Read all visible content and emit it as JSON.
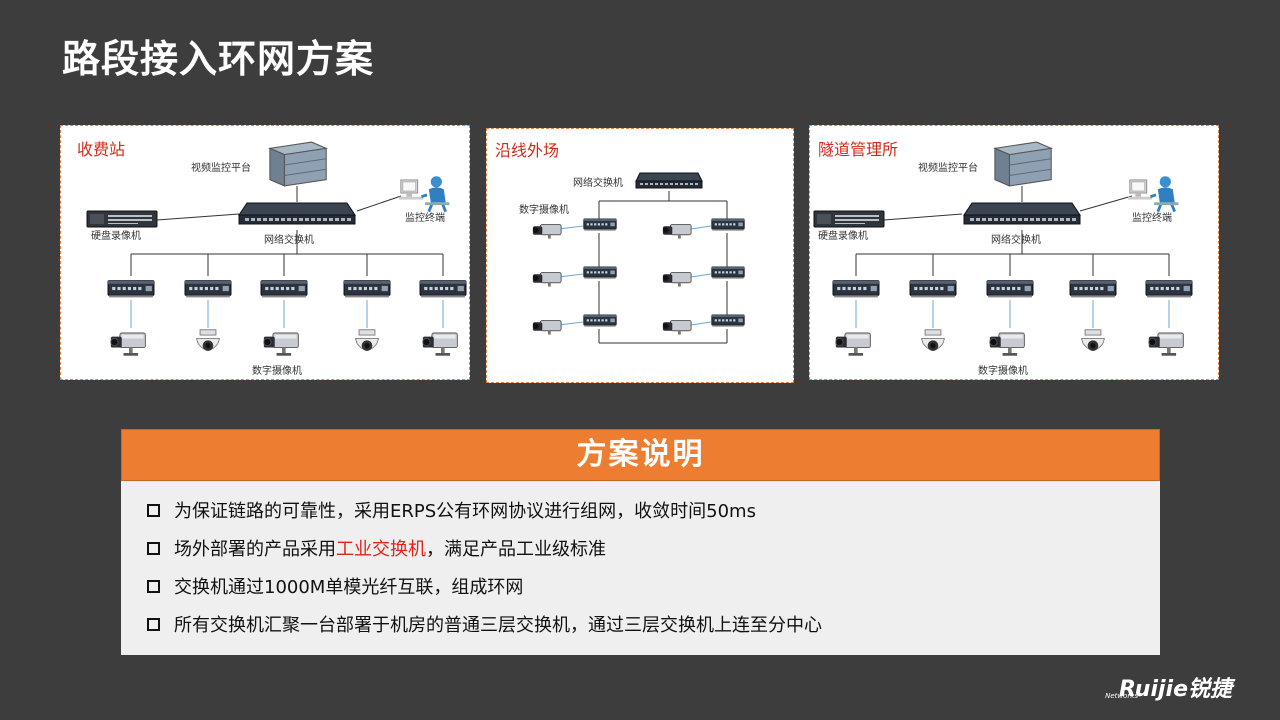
{
  "title": "路段接入环网方案",
  "panels": {
    "toll": {
      "title": "收费站",
      "platform": "视频监控平台",
      "nvr": "硬盘录像机",
      "switch": "网络交换机",
      "terminal": "监控终端",
      "camera": "数字摄像机"
    },
    "field": {
      "title": "沿线外场",
      "switch": "网络交换机",
      "camera": "数字摄像机"
    },
    "tunnel": {
      "title": "隧道管理所",
      "platform": "视频监控平台",
      "nvr": "硬盘录像机",
      "switch": "网络交换机",
      "terminal": "监控终端",
      "camera": "数字摄像机"
    }
  },
  "description": {
    "header": "方案说明",
    "bullets": [
      "为保证链路的可靠性，采用ERPS公有环网协议进行组网，收敛时间50ms",
      {
        "pre": "场外部署的产品采用",
        "highlight": "工业交换机",
        "post": "，满足产品工业级标准"
      },
      "交换机通过1000M单模光纤互联，组成环网",
      "所有交换机汇聚一台部署于机房的普通三层交换机，通过三层交换机上连至分中心"
    ]
  },
  "logo": {
    "brand": "Ruijie锐捷",
    "sub": "Networks"
  },
  "colors": {
    "background": "#3d3d3d",
    "accent": "#ed7d31",
    "highlight": "#e0241b",
    "panel_title": "#d42a1d"
  },
  "icons": [
    "server-icon",
    "switch-icon",
    "nvr-icon",
    "computer-operator-icon",
    "box-camera-icon",
    "dome-camera-icon"
  ]
}
